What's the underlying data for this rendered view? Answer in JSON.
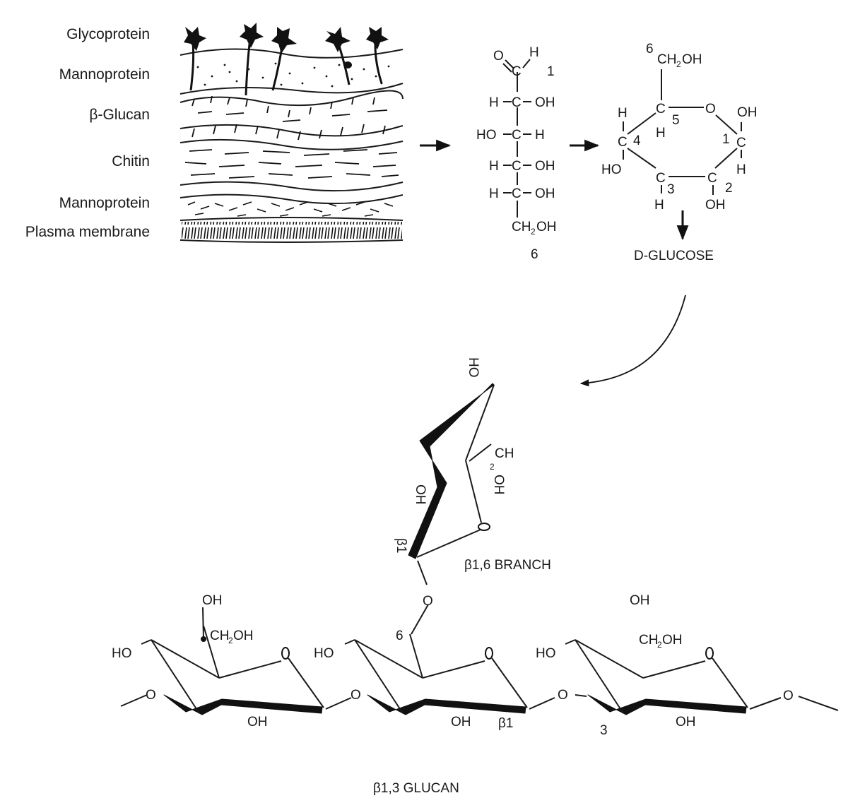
{
  "cell_wall": {
    "layers": [
      {
        "label": "Glycoprotein"
      },
      {
        "label": "Mannoprotein"
      },
      {
        "label": "β-Glucan"
      },
      {
        "label": "Chitin"
      },
      {
        "label": "Mannoprotein"
      },
      {
        "label": "Plasma membrane"
      }
    ]
  },
  "open_chain": {
    "c1": {
      "number": "1",
      "o": "O",
      "h": "H",
      "c": "C"
    },
    "c2": {
      "left": "H",
      "c": "C",
      "right": "OH"
    },
    "c3": {
      "left": "HO",
      "c": "C",
      "right": "H"
    },
    "c4": {
      "left": "H",
      "c": "C",
      "right": "OH"
    },
    "c5": {
      "left": "H",
      "c": "C",
      "right": "OH"
    },
    "c6": {
      "group": "CH",
      "sub": "2",
      "oh": "OH",
      "number": "6"
    }
  },
  "ring_glucose": {
    "c6_number": "6",
    "c6_group": "CH",
    "c6_sub": "2",
    "c6_oh": "OH",
    "c5": "C",
    "c5_h": "H",
    "c5_number": "5",
    "ring_o": "O",
    "c1": "C",
    "c1_oh": "OH",
    "c1_h": "H",
    "c1_number": "1",
    "c4": "C",
    "c4_h": "H",
    "c4_oh": "HO",
    "c4_number": "4",
    "c3": "C",
    "c3_h": "H",
    "c3_number": "3",
    "c2": "C",
    "c2_oh": "OH",
    "c2_number": "2",
    "name": "D-GLUCOSE"
  },
  "branch": {
    "ho_top": "HO",
    "ch2oh": "CH",
    "ch2oh_sub": "2",
    "ch2oh_oh": "OH",
    "oh": "OH",
    "beta": "β1",
    "label": "β1,6 BRANCH",
    "link_o": "O",
    "link_number": "6"
  },
  "chain": {
    "unit1": {
      "oh_top": "OH",
      "ch2": "CH",
      "sub": "2",
      "ch2_oh": "OH",
      "ho": "HO",
      "ring_o": "O",
      "oh_bottom": "OH",
      "left_o": "O"
    },
    "unit2": {
      "ho": "HO",
      "ring_o": "O",
      "oh_bottom": "OH",
      "beta": "β1",
      "link_o": "O"
    },
    "unit3": {
      "oh_top": "OH",
      "ch2": "CH",
      "sub": "2",
      "ch2_oh": "OH",
      "ho": "HO",
      "ring_o": "O",
      "oh_bottom": "OH",
      "number": "3",
      "right_o": "O"
    },
    "label": "β1,3 GLUCAN"
  }
}
